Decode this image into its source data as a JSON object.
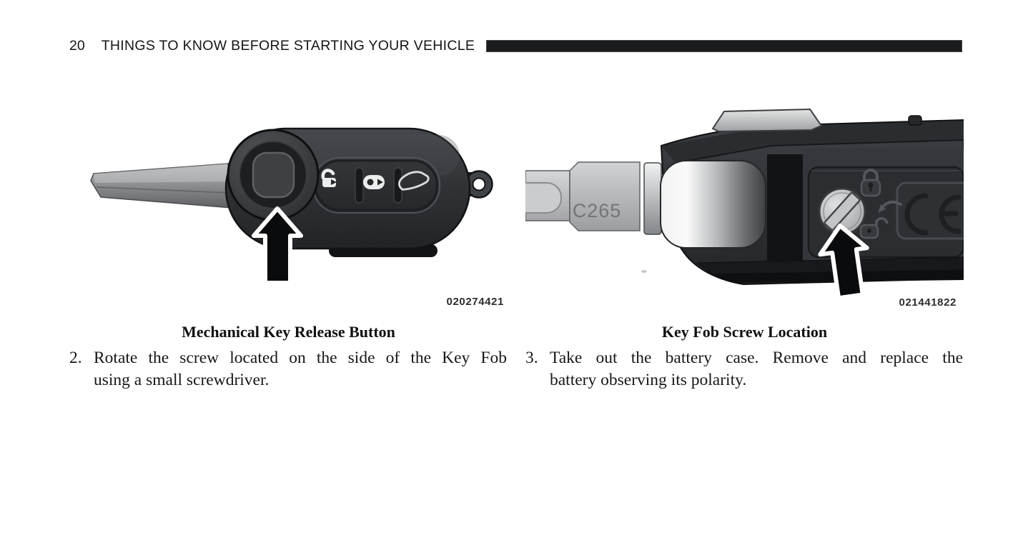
{
  "header": {
    "page_number": "20",
    "title": "THINGS TO KNOW BEFORE STARTING YOUR VEHICLE"
  },
  "figures": {
    "left": {
      "caption": "Mechanical Key Release Button",
      "id_code": "020274421"
    },
    "right": {
      "caption": "Key Fob Screw Location",
      "id_code": "021441822",
      "blade_label": "C265"
    }
  },
  "steps": {
    "left": {
      "number": "2.",
      "lines": [
        "Rotate the screw located on the side of the Key Fob",
        "using a small screwdriver."
      ]
    },
    "right": {
      "number": "3.",
      "lines": [
        "Take out the battery case. Remove and replace the",
        "battery observing its polarity."
      ]
    }
  }
}
